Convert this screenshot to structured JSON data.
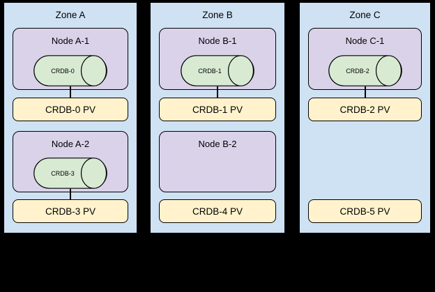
{
  "colors": {
    "canvas_background": "#000000",
    "zone_fill": "#cfe2f3",
    "node_fill": "#d9d2e9",
    "cylinder_fill": "#d9ead3",
    "pv_fill": "#fff2cc",
    "outline": "#000000"
  },
  "zones": [
    {
      "label": "Zone A",
      "nodes": [
        {
          "label": "Node A-1",
          "cylinder": "CRDB-0"
        },
        {
          "label": "Node A-2",
          "cylinder": "CRDB-3"
        }
      ],
      "pvs": [
        {
          "label": "CRDB-0 PV"
        },
        {
          "label": "CRDB-3 PV"
        }
      ]
    },
    {
      "label": "Zone B",
      "nodes": [
        {
          "label": "Node B-1",
          "cylinder": "CRDB-1"
        },
        {
          "label": "Node B-2"
        }
      ],
      "pvs": [
        {
          "label": "CRDB-1 PV"
        },
        {
          "label": "CRDB-4 PV"
        }
      ]
    },
    {
      "label": "Zone C",
      "nodes": [
        {
          "label": "Node C-1",
          "cylinder": "CRDB-2"
        }
      ],
      "pvs": [
        {
          "label": "CRDB-2 PV"
        },
        {
          "label": "CRDB-5 PV"
        }
      ]
    }
  ]
}
